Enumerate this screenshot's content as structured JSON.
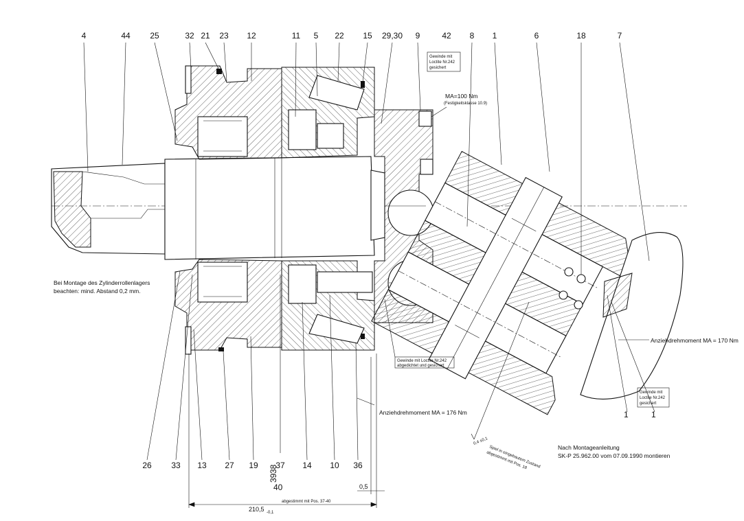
{
  "part_numbers_top": [
    "4",
    "44",
    "25",
    "32",
    "21",
    "23",
    "12",
    "11",
    "5",
    "22",
    "15",
    "29,30",
    "9",
    "42",
    "8",
    "1",
    "6",
    "18",
    "7"
  ],
  "part_numbers_bottom": [
    "26",
    "33",
    "13",
    "27",
    "19",
    "37",
    "14",
    "10",
    "36"
  ],
  "stacked_labels": [
    "38",
    "39",
    "40"
  ],
  "right_numbers": [
    "1",
    "1"
  ],
  "notes": {
    "thread_top": [
      "Gewinde mit",
      "Loctite Nr.242",
      "gesichert"
    ],
    "torque_top": "MA=100 Nm",
    "torque_top_sub": "(Festigkeitsklasse 10.9)",
    "cylinder_bearing": [
      "Bei Montage des Zylinderrollenlagers",
      "beachten: mind. Abstand 0,2 mm."
    ],
    "thread_mid": [
      "Gewinde mit Loctite Nr.242",
      "abgedichtet und gesichert"
    ],
    "torque_right": "Anziehdrehmoment  MA = 170 Nm",
    "thread_right": [
      "Gewinde mit",
      "Loctite Nr.242",
      "gesichert"
    ],
    "torque_bottom": "Anziehdrehmoment  MA = 176 Nm",
    "angle": "0,4 ±0,1",
    "diagonal": [
      "Spiel in eingebautem Zustand",
      "abgestimmt mit Pos. 18"
    ],
    "assembly": [
      "Nach  Montageanleitung",
      "SK-P  25.962.00  vom  07.09.1990  montieren"
    ]
  },
  "dimensions": {
    "main": "210,5",
    "main_tol": "-0,1",
    "main_note": "abgestimmt mit Pos. 37-40",
    "small": "0,5"
  }
}
